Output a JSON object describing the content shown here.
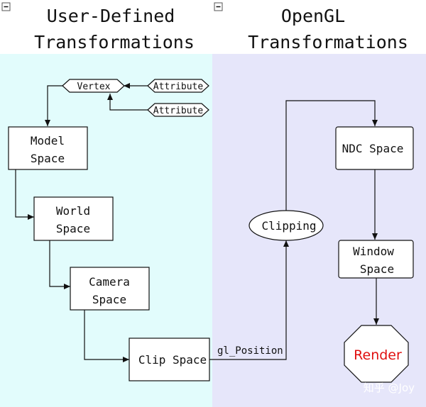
{
  "headers": {
    "left": {
      "line1": "User-Defined",
      "line2": "Transformations"
    },
    "right": {
      "line1": "OpenGL",
      "line2": "Transformations"
    }
  },
  "colors": {
    "left_panel": "#e2fcfc",
    "right_panel": "#e6e6fa",
    "render_text": "#e01010",
    "stroke": "#111111"
  },
  "nodes": {
    "vertex": "Vertex",
    "attribute_1": "Attribute",
    "attribute_2": "Attribute",
    "model_space": {
      "line1": "Model",
      "line2": "Space"
    },
    "world_space": {
      "line1": "World",
      "line2": "Space"
    },
    "camera_space": {
      "line1": "Camera",
      "line2": "Space"
    },
    "clip_space": "Clip Space",
    "clipping": "Clipping",
    "ndc_space": "NDC Space",
    "window_space": {
      "line1": "Window",
      "line2": "Space"
    },
    "render": "Render"
  },
  "edges": {
    "gl_position": "gl_Position"
  },
  "watermark": "知乎 @Joy",
  "icons": [
    "collapse-icon",
    "collapse-icon"
  ]
}
